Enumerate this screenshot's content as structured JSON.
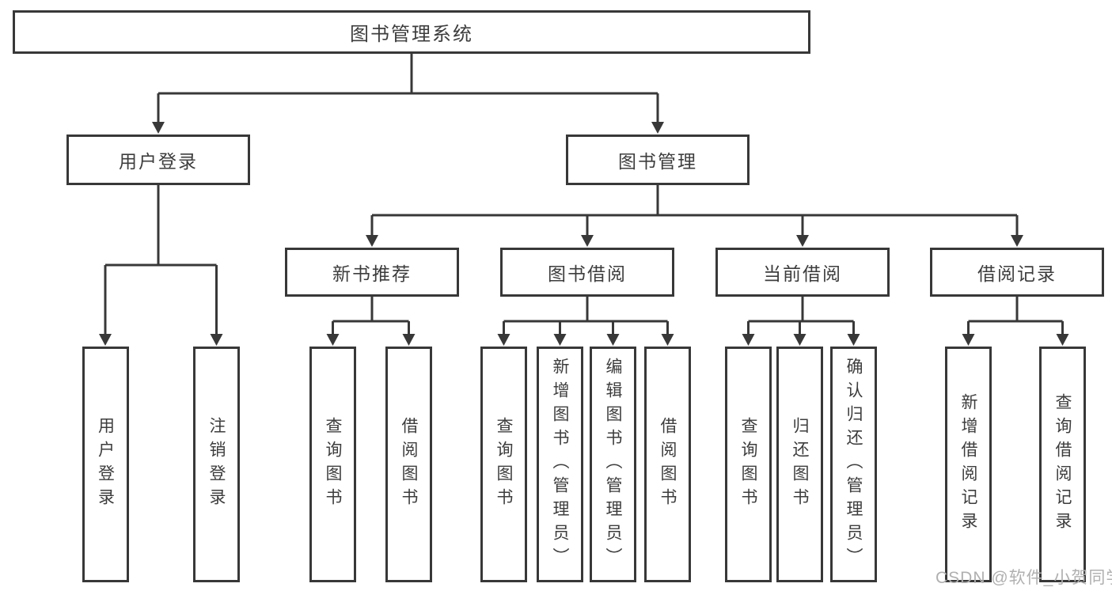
{
  "colors": {
    "line": "#383838",
    "text": "#3d3d3d",
    "watermark": "#b0b0b0",
    "background": "#ffffff"
  },
  "watermark": "CSDN @软件_小贺同学",
  "tree": {
    "root": {
      "label": "图书管理系统"
    },
    "login": {
      "label": "用户登录",
      "children": [
        {
          "label": "用户登录"
        },
        {
          "label": "注销登录"
        }
      ]
    },
    "manage": {
      "label": "图书管理",
      "sections": [
        {
          "label": "新书推荐",
          "children": [
            {
              "label": "查询图书"
            },
            {
              "label": "借阅图书"
            }
          ]
        },
        {
          "label": "图书借阅",
          "children": [
            {
              "label": "查询图书"
            },
            {
              "label": "新增图书（管理员）"
            },
            {
              "label": "编辑图书（管理员）"
            },
            {
              "label": "借阅图书"
            }
          ]
        },
        {
          "label": "当前借阅",
          "children": [
            {
              "label": "查询图书"
            },
            {
              "label": "归还图书"
            },
            {
              "label": "确认归还（管理员）"
            }
          ]
        },
        {
          "label": "借阅记录",
          "children": [
            {
              "label": "新增借阅记录"
            },
            {
              "label": "查询借阅记录"
            }
          ]
        }
      ]
    }
  }
}
